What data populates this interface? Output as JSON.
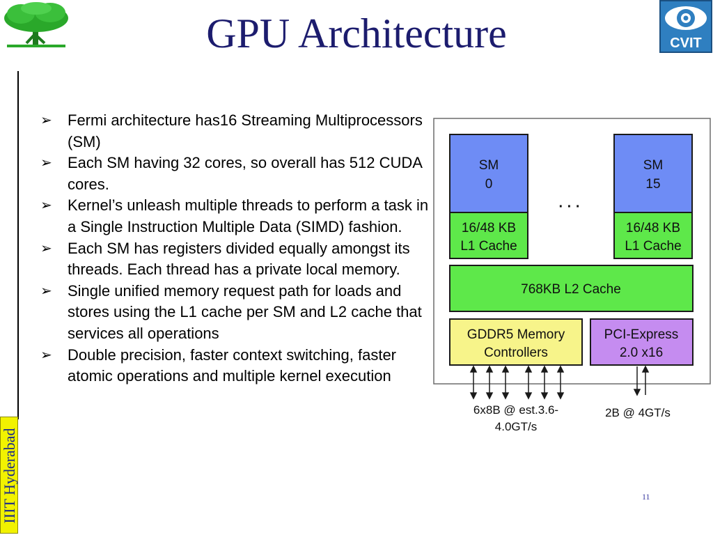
{
  "slide": {
    "title": "GPU Architecture",
    "institute_label": "IIIT Hyderabad",
    "page_number": "11",
    "logo_text": "CVIT"
  },
  "bullets": [
    "Fermi architecture has16 Streaming Multiprocessors (SM)",
    "Each SM having 32 cores, so overall has 512 CUDA cores.",
    "Kernel’s unleash multiple threads to perform a task in a Single Instruction Multiple Data (SIMD) fashion.",
    "Each SM has registers divided equally amongst its threads. Each thread has a private local memory.",
    "Single unified memory request path for loads and stores using the L1 cache per SM and L2 cache that services all operations",
    "Double precision, faster context switching, faster atomic operations and multiple kernel execution"
  ],
  "diagram": {
    "sm_first_line1": "SM",
    "sm_first_line2": "0",
    "sm_last_line1": "SM",
    "sm_last_line2": "15",
    "l1_line1": "16/48 KB",
    "l1_line2": "L1 Cache",
    "ellipsis": "· · ·",
    "l2_label": "768KB L2 Cache",
    "mem_line1": "GDDR5 Memory",
    "mem_line2": "Controllers",
    "pci_line1": "PCI-Express",
    "pci_line2": "2.0 x16",
    "mem_bw_line1": "6x8B @ est.3.6-",
    "mem_bw_line2": "4.0GT/s",
    "pci_bw": "2B @ 4GT/s",
    "colors": {
      "sm": "#6e8cf5",
      "cache": "#5ee84a",
      "memory": "#f7f48a",
      "pci": "#c58cf0",
      "frame": "#6b6b6b"
    }
  }
}
